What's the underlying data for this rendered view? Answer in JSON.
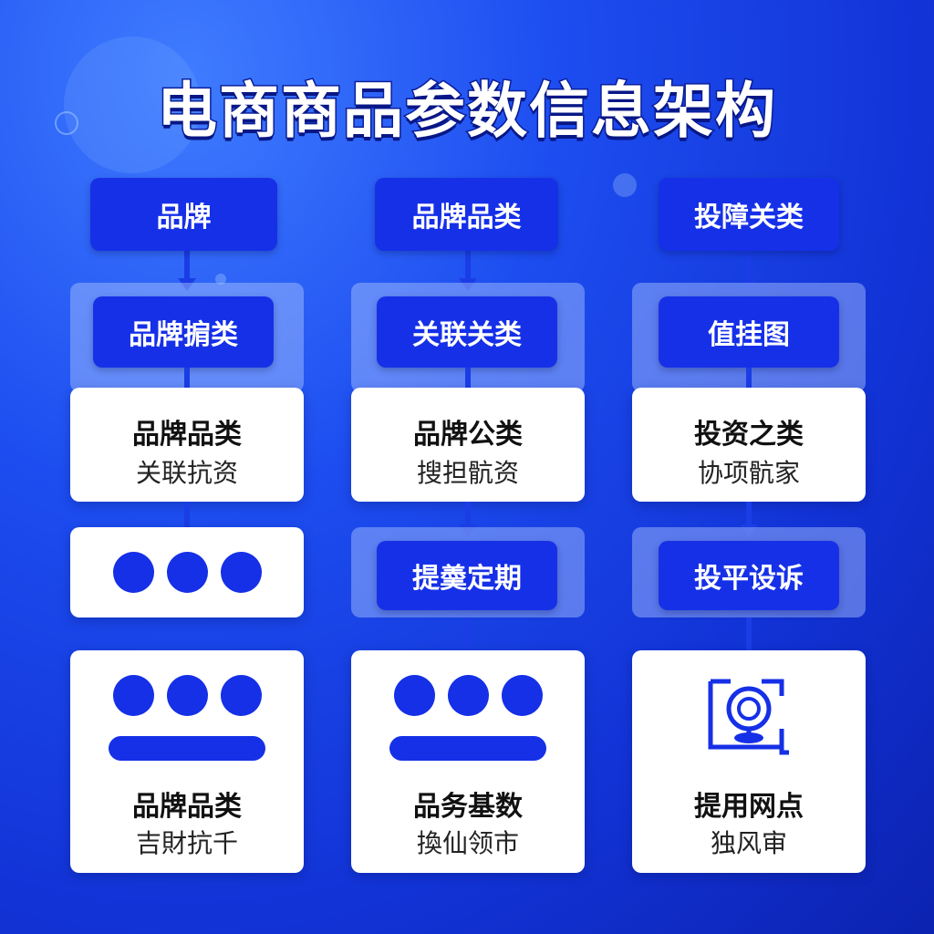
{
  "title": "电商商品参数信息架构",
  "colors": {
    "background": "#1d4df0",
    "pill": "#1630e8",
    "dot": "#1530e6",
    "card": "#ffffff"
  },
  "columns": [
    {
      "header": "品牌",
      "pill2": "品牌掮类",
      "card1": {
        "title": "品牌品类",
        "sub": "关联抗资"
      },
      "dots_count": 3,
      "card3": {
        "title": "品牌品类",
        "sub": "吉財抗千",
        "graphic": "dots-and-bar"
      }
    },
    {
      "header": "品牌品类",
      "pill2": "关联关类",
      "card1": {
        "title": "品牌公类",
        "sub": "搜担骯资"
      },
      "pill3": "提羮定期",
      "card3": {
        "title": "品务基数",
        "sub": "換仙领市",
        "graphic": "dots-and-bar"
      }
    },
    {
      "header": "投障关类",
      "pill2": "值挂图",
      "card1": {
        "title": "投资之类",
        "sub": "协项骯家"
      },
      "pill3": "投平设诉",
      "card3": {
        "title": "提用网点",
        "sub": "独风审",
        "graphic": "magnifier-icon"
      }
    }
  ]
}
